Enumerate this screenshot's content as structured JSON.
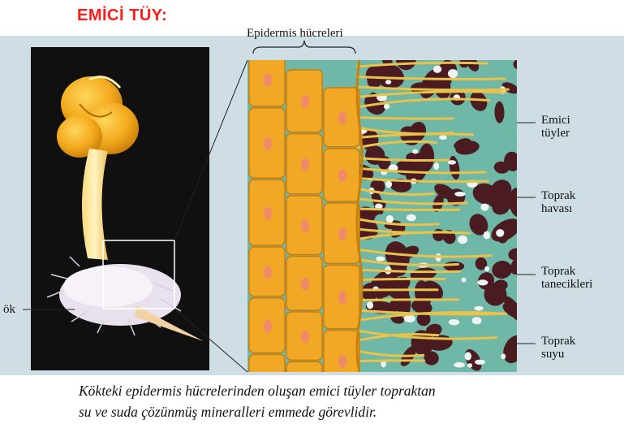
{
  "title": "EMİCİ TÜY:",
  "labels": {
    "epidermis": "Epidermis hücreleri",
    "root": "ök",
    "root_hairs": [
      "Emici",
      "tüyler"
    ],
    "soil_air": [
      "Toprak",
      "havası"
    ],
    "soil_particles": [
      "Toprak",
      "tanecikleri"
    ],
    "soil_water": [
      "Toprak",
      "suyu"
    ]
  },
  "caption": [
    "Kökteki epidermis hücrelerinden oluşan emici tüyler topraktan",
    "su ve suda çözünmüş mineralleri emmede görevlidir."
  ],
  "colors": {
    "title": "#ff1a1a",
    "cells": "#f0a825",
    "nucleus": "#f08a6a",
    "soil_water": "#6fb7a6",
    "particles": "#4a1c22",
    "air": "#eef3f3"
  }
}
